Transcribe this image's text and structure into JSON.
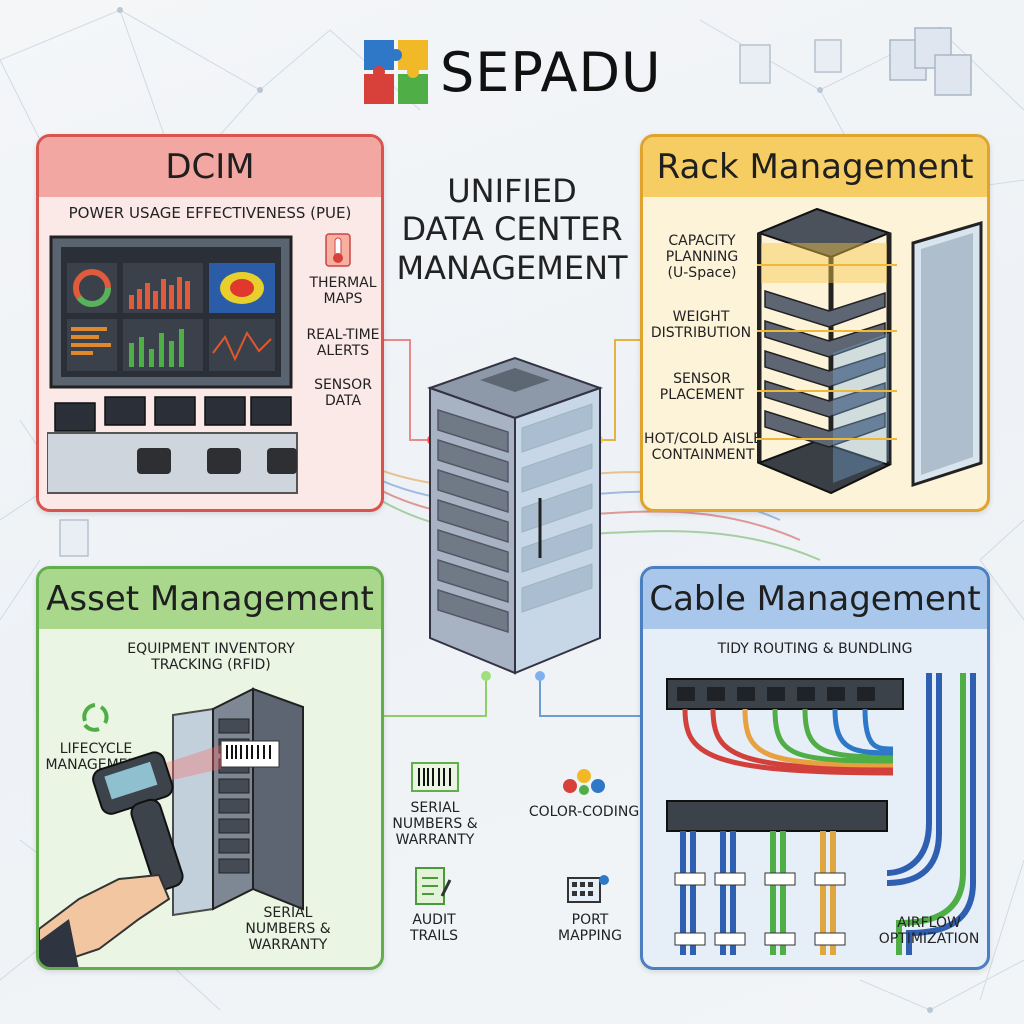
{
  "brand": {
    "name": "SEPADU"
  },
  "center": {
    "title_lines": [
      "UNIFIED",
      "DATA CENTER",
      "MANAGEMENT"
    ]
  },
  "dcim": {
    "title": "DCIM",
    "subtitle": "POWER USAGE EFFECTIVENESS (PUE)",
    "labels": {
      "thermal": [
        "THERMAL",
        "MAPS"
      ],
      "alerts": [
        "REAL-TIME",
        "ALERTS"
      ],
      "sensor": [
        "SENSOR",
        "DATA"
      ]
    }
  },
  "rack": {
    "title": "Rack Management",
    "labels": {
      "capacity": [
        "CAPACITY",
        "PLANNING",
        "(U-Space)"
      ],
      "weight": [
        "WEIGHT",
        "DISTRIBUTION"
      ],
      "sensor": [
        "SENSOR",
        "PLACEMENT"
      ],
      "aisle": [
        "HOT/COLD AISLE",
        "CONTAINMENT"
      ]
    }
  },
  "asset": {
    "title": "Asset Management",
    "labels": {
      "inventory": [
        "EQUIPMENT INVENTORY",
        "TRACKING (RFID)"
      ],
      "lifecycle": [
        "LIFECYCLE",
        "MANAGEMENT"
      ],
      "serial_inner": [
        "SERIAL",
        "NUMBERS &",
        "WARRANTY"
      ],
      "serial_outer": [
        "SERIAL",
        "NUMBERS &",
        "WARRANTY"
      ],
      "audit": [
        "AUDIT",
        "TRAILS"
      ]
    }
  },
  "cable": {
    "title": "Cable Management",
    "subtitle": "TIDY ROUTING & BUNDLING",
    "labels": {
      "airflow": [
        "AIRFLOW",
        "OPTIMIZATION"
      ]
    }
  },
  "middle": {
    "color_coding": "COLOR-CODING",
    "port_mapping": [
      "PORT",
      "MAPPING"
    ]
  },
  "colors": {
    "dcim": "#d9534f",
    "rack": "#e0a32e",
    "asset": "#62ad4c",
    "cable": "#4a7fc1"
  },
  "icons": [
    "puzzle-logo-icon",
    "thermometer-icon",
    "recycle-icon",
    "barcode-icon",
    "checklist-icon",
    "patch-panel-icon",
    "color-dots-icon",
    "server-stack-icon",
    "document-icon"
  ]
}
